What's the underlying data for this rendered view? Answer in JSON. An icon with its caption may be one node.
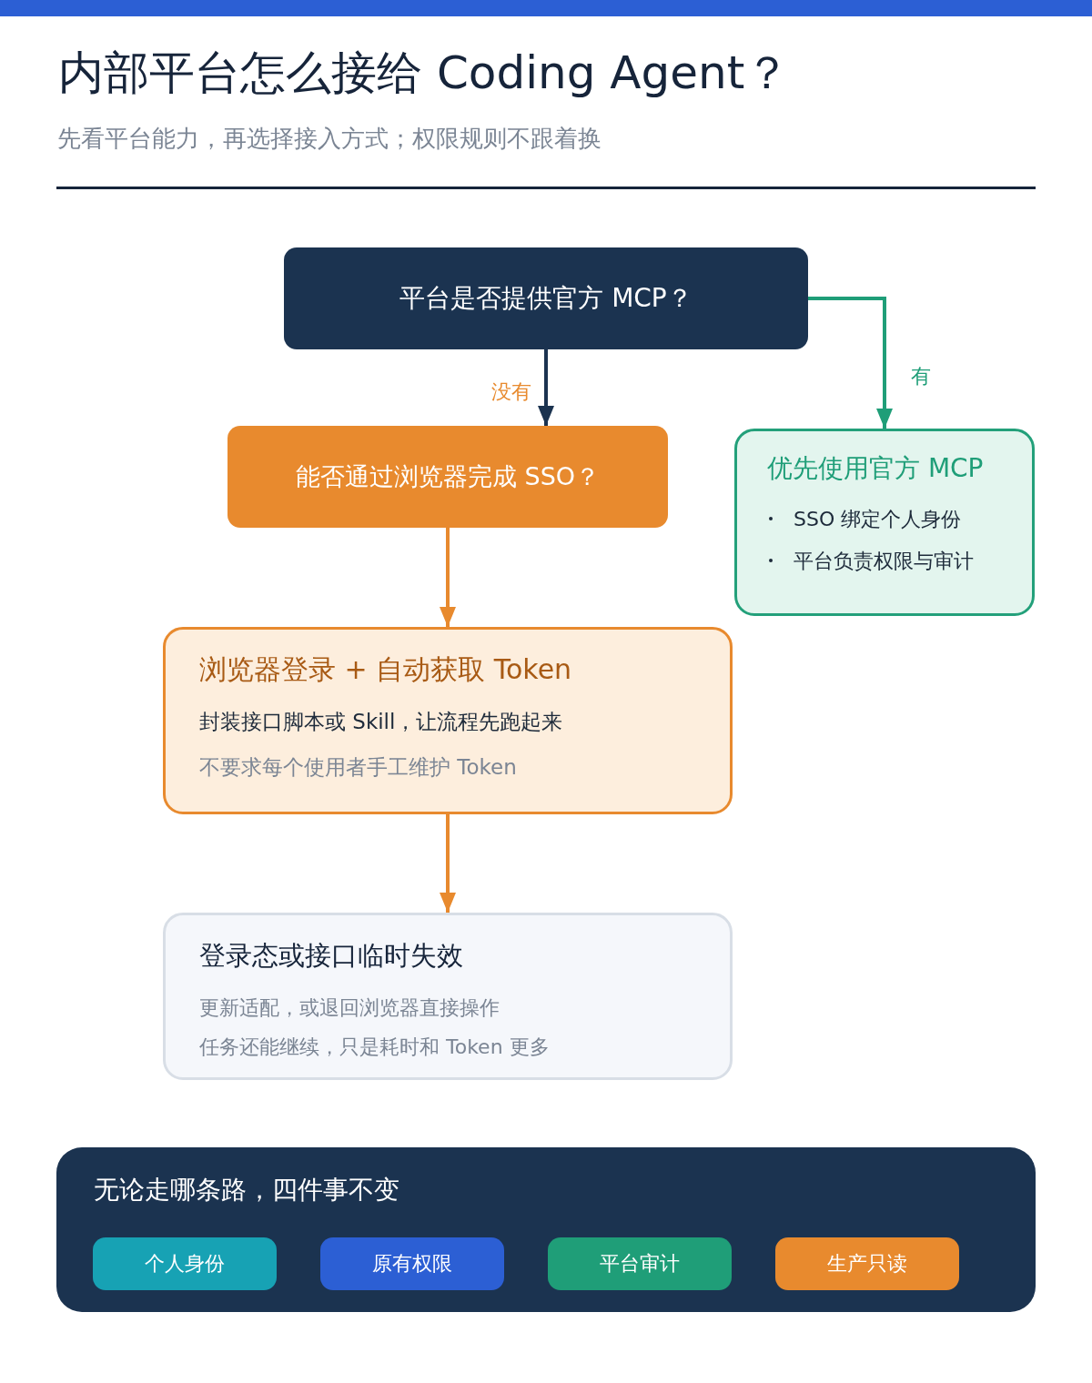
{
  "diagram": {
    "title": "内部平台怎么接给 Coding Agent？",
    "nodes": [
      {
        "text": [
          "平台是否提供官方 MCP？"
        ]
      },
      {
        "text": [
          "能否通过浏览器完成 SSO？"
        ]
      },
      {
        "text": [
          "优先使用官方 MCP",
          "SSO 绑定个人身份",
          "平台负责权限与审计"
        ]
      },
      {
        "text": [
          "浏览器登录 + 自动获取 Token",
          "封装接口脚本或 Skill，让流程先跑起来",
          "不要求每个使用者手工维护 Token"
        ]
      },
      {
        "text": [
          "登录态或接口临时失效",
          "更新适配，或退回浏览器直接操作",
          "任务还能继续，只是耗时和 Token 更多"
        ]
      },
      {
        "text": [
          "无论走哪条路，四件事不变"
        ]
      },
      {
        "text": [
          "个人身份"
        ],
        "in": 5
      },
      {
        "text": [
          "原有权限"
        ],
        "in": 5
      },
      {
        "text": [
          "平台审计"
        ],
        "in": 5
      },
      {
        "text": [
          "生产只读"
        ],
        "in": 5
      }
    ],
    "edges": [
      {
        "from": 0,
        "to": 1,
        "arrow": "to",
        "label": "没有",
        "color": "#1b3350"
      },
      {
        "from": 0,
        "to": 2,
        "arrow": "to",
        "label": "有",
        "color": "#1f9e78"
      },
      {
        "from": 1,
        "to": 3,
        "arrow": "to"
      },
      {
        "from": 3,
        "to": 4,
        "arrow": "to"
      }
    ],
    "labels": [
      "先看平台能力，再选择接入方式；权限规则不跟着换"
    ]
  }
}
